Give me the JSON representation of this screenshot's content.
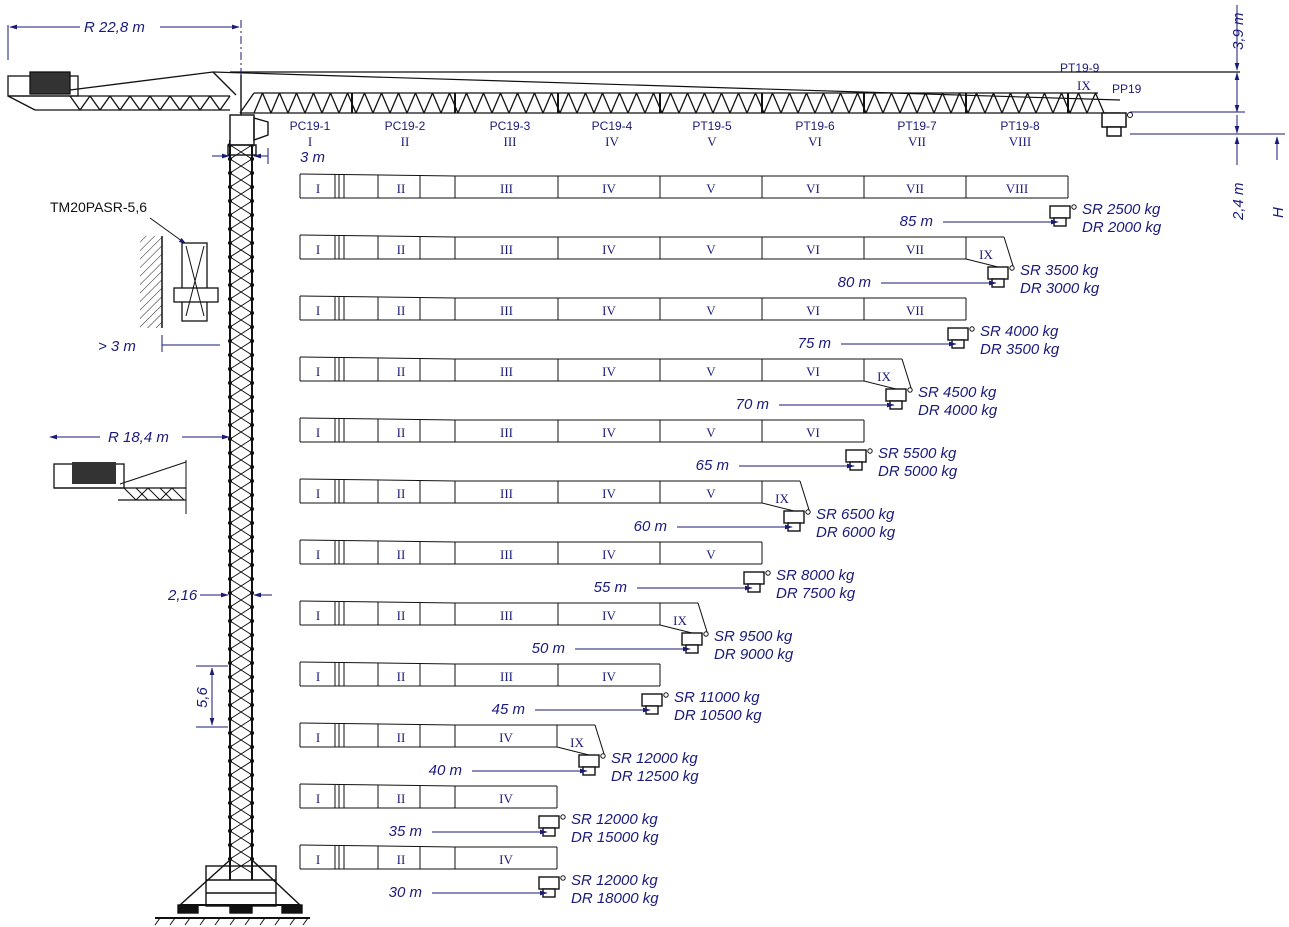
{
  "dimensions": {
    "radius_top": "R 22,8 m",
    "radius_side": "R 18,4 m",
    "height_top": "3,9 m",
    "height_trolley": "2,4 m",
    "height_h": "H",
    "offset_3m": "3 m",
    "wall_offset": "> 3 m",
    "mast_width": "2,16",
    "mast_section": "5,6"
  },
  "tie_label": "TM20PASR-5,6",
  "jib_sections": [
    {
      "code": "PC19-1",
      "roman": "I"
    },
    {
      "code": "PC19-2",
      "roman": "II"
    },
    {
      "code": "PC19-3",
      "roman": "III"
    },
    {
      "code": "PC19-4",
      "roman": "IV"
    },
    {
      "code": "PT19-5",
      "roman": "V"
    },
    {
      "code": "PT19-6",
      "roman": "VI"
    },
    {
      "code": "PT19-7",
      "roman": "VII"
    },
    {
      "code": "PT19-8",
      "roman": "VIII"
    }
  ],
  "tip_labels": {
    "pt199": "PT19-9",
    "pt199_roman": "IX",
    "pp19": "PP19"
  },
  "configs": [
    {
      "length": "85 m",
      "sr": "SR 2500 kg",
      "dr": "DR 2000 kg",
      "sections": [
        "I",
        "II",
        "III",
        "IV",
        "V",
        "VI",
        "VII",
        "VIII"
      ],
      "tip": ""
    },
    {
      "length": "80 m",
      "sr": "SR 3500 kg",
      "dr": "DR 3000 kg",
      "sections": [
        "I",
        "II",
        "III",
        "IV",
        "V",
        "VI",
        "VII"
      ],
      "tip": "IX"
    },
    {
      "length": "75 m",
      "sr": "SR 4000 kg",
      "dr": "DR 3500 kg",
      "sections": [
        "I",
        "II",
        "III",
        "IV",
        "V",
        "VI",
        "VII"
      ],
      "tip": ""
    },
    {
      "length": "70 m",
      "sr": "SR 4500 kg",
      "dr": "DR 4000 kg",
      "sections": [
        "I",
        "II",
        "III",
        "IV",
        "V",
        "VI"
      ],
      "tip": "IX"
    },
    {
      "length": "65 m",
      "sr": "SR 5500 kg",
      "dr": "DR 5000 kg",
      "sections": [
        "I",
        "II",
        "III",
        "IV",
        "V",
        "VI"
      ],
      "tip": ""
    },
    {
      "length": "60 m",
      "sr": "SR 6500 kg",
      "dr": "DR 6000 kg",
      "sections": [
        "I",
        "II",
        "III",
        "IV",
        "V"
      ],
      "tip": "IX"
    },
    {
      "length": "55 m",
      "sr": "SR 8000 kg",
      "dr": "DR 7500 kg",
      "sections": [
        "I",
        "II",
        "III",
        "IV",
        "V"
      ],
      "tip": ""
    },
    {
      "length": "50 m",
      "sr": "SR 9500 kg",
      "dr": "DR 9000 kg",
      "sections": [
        "I",
        "II",
        "III",
        "IV"
      ],
      "tip": "IX"
    },
    {
      "length": "45 m",
      "sr": "SR 11000 kg",
      "dr": "DR 10500 kg",
      "sections": [
        "I",
        "II",
        "III",
        "IV"
      ],
      "tip": ""
    },
    {
      "length": "40 m",
      "sr": "SR 12000 kg",
      "dr": "DR 12500 kg",
      "sections": [
        "I",
        "II",
        "IV"
      ],
      "tip": "IX"
    },
    {
      "length": "35 m",
      "sr": "SR 12000 kg",
      "dr": "DR 15000 kg",
      "sections": [
        "I",
        "II",
        "IV"
      ],
      "tip": ""
    },
    {
      "length": "30 m",
      "sr": "SR 12000 kg",
      "dr": "DR 18000 kg",
      "sections": [],
      "tip": ""
    }
  ]
}
